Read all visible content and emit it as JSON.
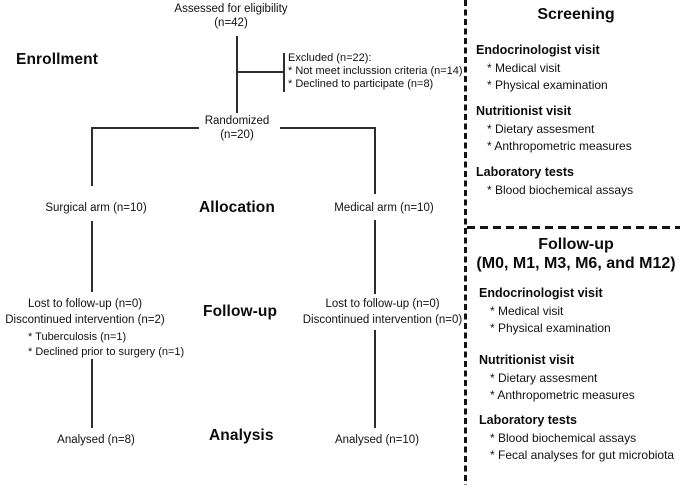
{
  "diagram": {
    "stage_labels": {
      "enrollment": "Enrollment",
      "allocation": "Allocation",
      "followup": "Follow-up",
      "analysis": "Analysis"
    },
    "assessed": {
      "line1": "Assessed for eligibility",
      "line2": "(n=42)"
    },
    "excluded": {
      "title": "Excluded (n=22):",
      "items": [
        "* Not meet inclussion criteria (n=14)",
        "* Declined to participate (n=8)"
      ]
    },
    "randomized": {
      "line1": "Randomized",
      "line2": "(n=20)"
    },
    "surgical_arm": "Surgical arm (n=10)",
    "medical_arm": "Medical arm (n=10)",
    "surgical_followup": {
      "lines": [
        "Lost to follow-up (n=0)",
        "Discontinued intervention (n=2)"
      ],
      "bullets": [
        "* Tuberculosis (n=1)",
        "* Declined prior to surgery (n=1)"
      ]
    },
    "medical_followup": {
      "lines": [
        "Lost to follow-up (n=0)",
        "Discontinued intervention (n=0)"
      ]
    },
    "surgical_analysed": "Analysed (n=8)",
    "medical_analysed": "Analysed (n=10)"
  },
  "side_panel": {
    "screening": {
      "title": "Screening",
      "sections": [
        {
          "heading": "Endocrinologist visit",
          "items": [
            "* Medical visit",
            "* Physical examination"
          ]
        },
        {
          "heading": "Nutritionist visit",
          "items": [
            "* Dietary assesment",
            "* Anthropometric measures"
          ]
        },
        {
          "heading": "Laboratory tests",
          "items": [
            "* Blood biochemical assays"
          ]
        }
      ]
    },
    "followup": {
      "title_line1": "Follow-up",
      "title_line2": "(M0, M1, M3, M6, and M12)",
      "sections": [
        {
          "heading": "Endocrinologist visit",
          "items": [
            "* Medical visit",
            "* Physical examination"
          ]
        },
        {
          "heading": "Nutritionist visit",
          "items": [
            "* Dietary assesment",
            "* Anthropometric measures"
          ]
        },
        {
          "heading": "Laboratory tests",
          "items": [
            "* Blood biochemical assays",
            "* Fecal analyses for gut microbiota"
          ]
        }
      ]
    }
  },
  "colors": {
    "text": "#111111",
    "line": "#2d2d2d",
    "background": "#ffffff"
  }
}
